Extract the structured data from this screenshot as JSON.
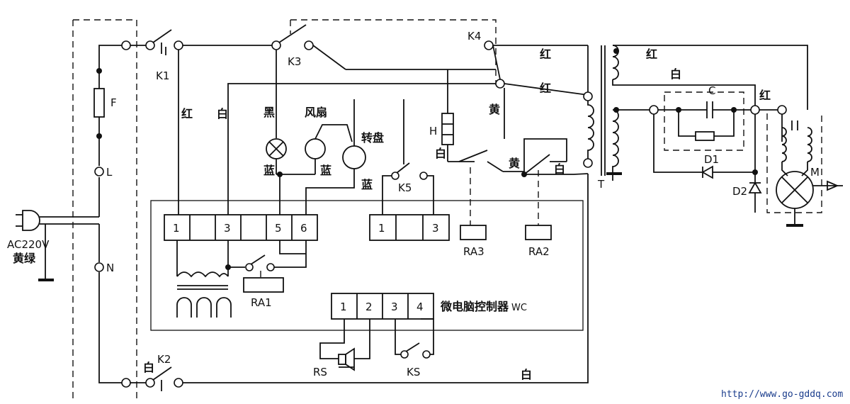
{
  "labels": {
    "k1": "K1",
    "k2": "K2",
    "k3": "K3",
    "k4": "K4",
    "k5": "K5",
    "f": "F",
    "l": "L",
    "n": "N",
    "ac": "AC220V",
    "yellow_green": "黄绿",
    "red": "红",
    "white": "白",
    "black": "黑",
    "blue": "蓝",
    "yellow": "黄",
    "fan": "风扇",
    "turntable": "转盘",
    "h": "H",
    "c": "C",
    "d1": "D1",
    "d2": "D2",
    "t": "T",
    "m": "M",
    "ra1": "RA1",
    "ra2": "RA2",
    "ra3": "RA3",
    "rs": "RS",
    "ks": "KS",
    "controller": "微电脑控制器",
    "wc": "WC",
    "url": "http://www.go-gddq.com"
  },
  "terminals": {
    "block_left": [
      "1",
      "",
      "3",
      "",
      "5",
      "6"
    ],
    "block_mid": [
      "1",
      "",
      "3"
    ],
    "block_bottom": [
      "1",
      "2",
      "3",
      "4"
    ]
  },
  "colors": {
    "line": "#111111",
    "watermark": "#1a3c8c"
  }
}
